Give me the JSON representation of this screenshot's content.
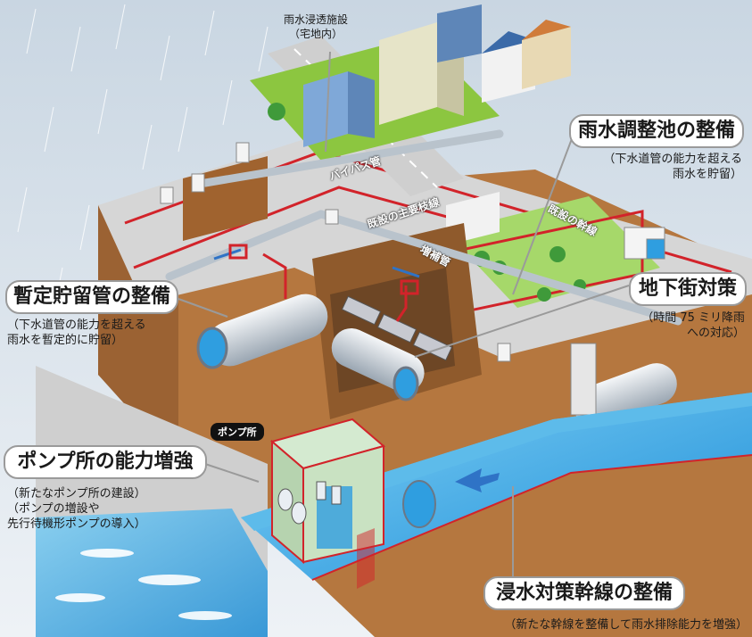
{
  "colors": {
    "accent_red": "#d2232a",
    "water_blue": "#2f9ee0",
    "soil": "#a86b3c",
    "road": "#d9d9d9",
    "grass": "#8cc640"
  },
  "top_label": {
    "line1": "雨水浸透施設",
    "line2": "（宅地内）"
  },
  "pipe_labels": {
    "bypass": "バイパス管",
    "existing_main_branch": "既設の主要枝線",
    "existing_trunk": "既設の幹線",
    "augmentation": "増補管"
  },
  "pump_badge": "ポンプ所",
  "callouts": {
    "rain_regulation": {
      "title": "雨水調整池の整備",
      "note": [
        "（下水道管の能力を超える",
        "雨水を貯留）"
      ]
    },
    "temporary_storage": {
      "title": "暫定貯留管の整備",
      "note": [
        "（下水道管の能力を超える",
        "雨水を暫定的に貯留）"
      ]
    },
    "underground_mall": {
      "title": "地下街対策",
      "note": [
        "（時間 75 ミリ降雨",
        "への対応）"
      ]
    },
    "pump_station": {
      "title": "ポンプ所の能力増強",
      "note": [
        "（新たなポンプ所の建設）",
        "（ポンプの増設や",
        "先行待機形ポンプの導入）"
      ]
    },
    "flood_trunk": {
      "title": "浸水対策幹線の整備",
      "note": [
        "（新たな幹線を整備して雨水排除能力を増強）"
      ]
    }
  }
}
